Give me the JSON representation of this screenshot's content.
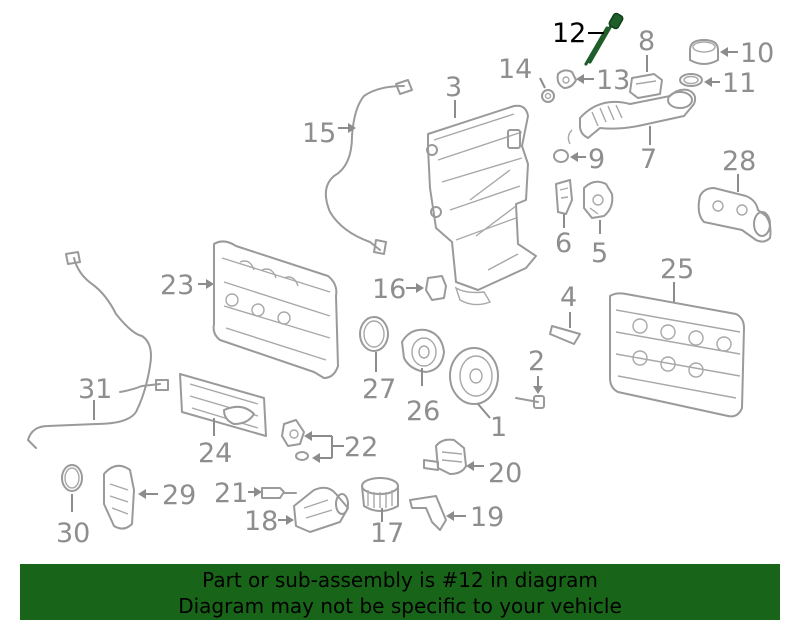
{
  "diagram": {
    "highlighted_part": "12",
    "callouts": [
      "1",
      "2",
      "3",
      "4",
      "5",
      "6",
      "7",
      "8",
      "9",
      "10",
      "11",
      "12",
      "13",
      "14",
      "15",
      "16",
      "17",
      "18",
      "19",
      "20",
      "21",
      "22",
      "23",
      "24",
      "25",
      "26",
      "27",
      "28",
      "29",
      "30",
      "31"
    ]
  },
  "banner": {
    "line1": "Part or sub-assembly is #12 in diagram",
    "line2": "Diagram may not be specific to your vehicle"
  },
  "colors": {
    "banner_bg": "#186418",
    "highlight": "#1f5e2a",
    "line_art": "#9a9a9a"
  }
}
